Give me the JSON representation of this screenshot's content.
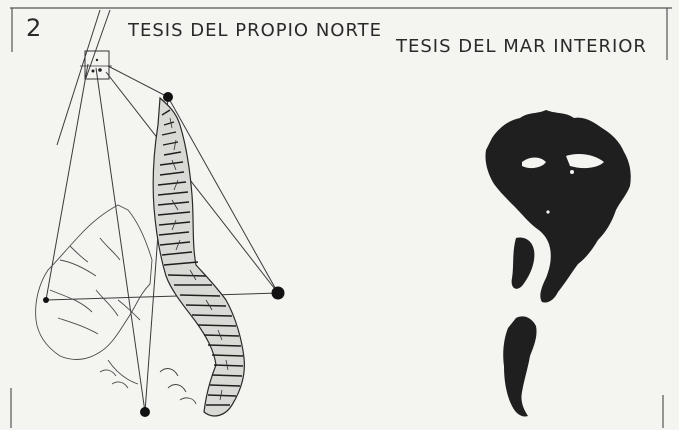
{
  "figure": {
    "number": "2",
    "title_left": "TESIS DEL PROPIO NORTE",
    "title_right": "TESIS DEL MAR INTERIOR"
  },
  "colors": {
    "ink": "#1e1e1e",
    "paper": "#f4f4f1",
    "line": "#3a3a3a"
  }
}
